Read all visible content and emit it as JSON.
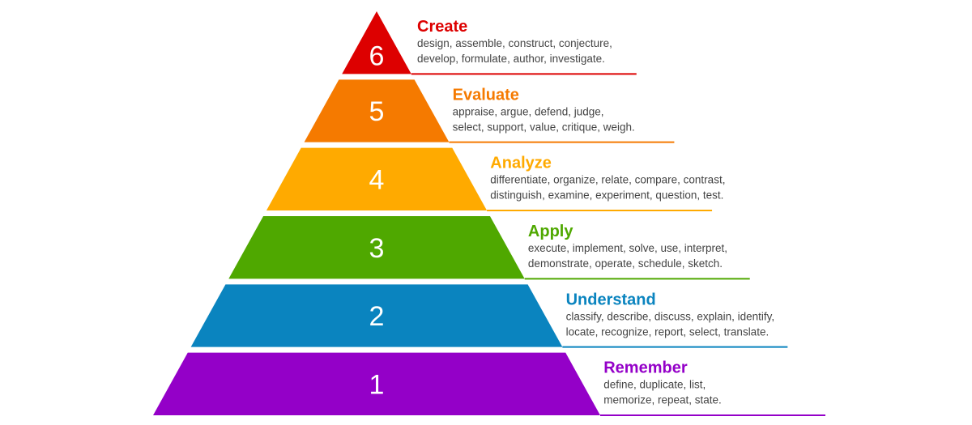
{
  "levels": [
    {
      "number": "1",
      "title": "Remember",
      "verbs_line1": "define, duplicate, list,",
      "verbs_line2": "memorize, repeat, state.",
      "color": "#9400C8"
    },
    {
      "number": "2",
      "title": "Understand",
      "verbs_line1": "classify, describe, discuss, explain, identify,",
      "verbs_line2": "locate, recognize, report, select, translate.",
      "color": "#0A84BF"
    },
    {
      "number": "3",
      "title": "Apply",
      "verbs_line1": "execute, implement, solve, use, interpret,",
      "verbs_line2": "demonstrate, operate, schedule, sketch.",
      "color": "#4FA800"
    },
    {
      "number": "4",
      "title": "Analyze",
      "verbs_line1": "differentiate, organize, relate, compare, contrast,",
      "verbs_line2": "distinguish, examine, experiment, question, test.",
      "color": "#FFAA00"
    },
    {
      "number": "5",
      "title": "Evaluate",
      "verbs_line1": "appraise, argue, defend, judge,",
      "verbs_line2": "select, support, value, critique, weigh.",
      "color": "#F57A00"
    },
    {
      "number": "6",
      "title": "Create",
      "verbs_line1": "design, assemble, construct, conjecture,",
      "verbs_line2": "develop, formulate, author, investigate.",
      "color": "#DD0000"
    }
  ]
}
